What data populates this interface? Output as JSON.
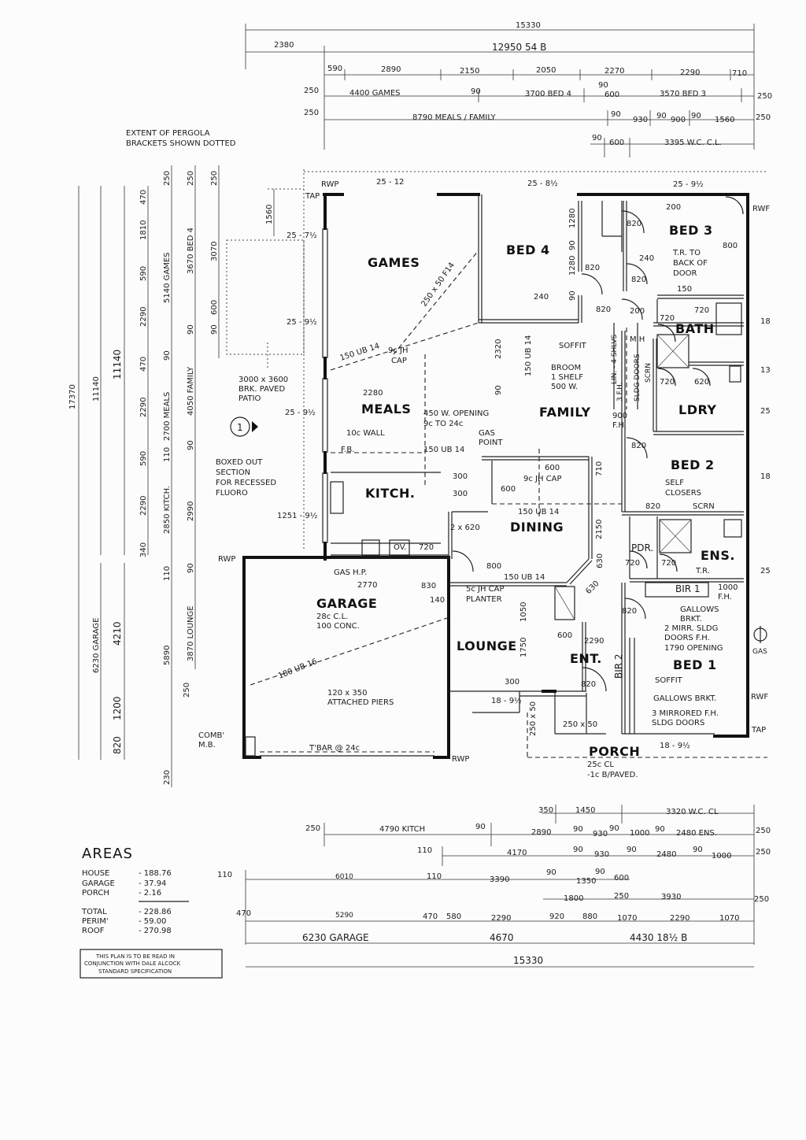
{
  "top_dims": {
    "overall": "15330",
    "row2": [
      "2380",
      "12950  54 B"
    ],
    "row3": [
      "590",
      "2890",
      "2150",
      "2050",
      "2270",
      "2290",
      "710"
    ],
    "row4": [
      "250",
      "4400  GAMES",
      "90",
      "3700  BED 4",
      "90",
      "600",
      "3570  BED 3",
      "250"
    ],
    "row5": [
      "250",
      "8790 MEALS / FAMILY",
      "90",
      "930",
      "90",
      "900",
      "90",
      "1560",
      "250"
    ],
    "row6": [
      "90",
      "600",
      "3395  W.C.  C.L."
    ]
  },
  "pergola_note": [
    "EXTENT OF PERGOLA",
    "BRACKETS SHOWN DOTTED"
  ],
  "left_dims": {
    "overall": "17370",
    "total2": "11140",
    "total3": "11140",
    "col1": [
      "470",
      "1810",
      "590",
      "2290",
      "470",
      "2290",
      "590",
      "2290",
      "340"
    ],
    "col2": [
      "250",
      "5140 GAMES",
      "90",
      "2700 MEALS",
      "110",
      "2850 KITCH.",
      "110",
      "5890",
      "250",
      "230"
    ],
    "col3": [
      "250",
      "3670 BED 4",
      "90",
      "4050  FAMILY",
      "90",
      "2990",
      "90",
      "3870  LOUNGE"
    ],
    "col4": [
      "250",
      "3070",
      "90",
      "600"
    ],
    "garage": [
      "6230  GARAGE",
      "4210",
      "1200",
      "820"
    ],
    "pergola_1560": "1560"
  },
  "rooms": {
    "games": "GAMES",
    "bed4": "BED 4",
    "bed3": "BED 3",
    "bath": "BATH",
    "ldry": "LDRY",
    "bed2": "BED 2",
    "meals": "MEALS",
    "family": "FAMILY",
    "kitch": "KITCH.",
    "dining": "DINING",
    "pdr": "PDR.",
    "ens": "ENS.",
    "bir1": "BIR 1",
    "bir2": "BIR 2",
    "garage": "GARAGE",
    "lounge": "LOUNGE",
    "ent": "ENT.",
    "bed1": "BED 1",
    "porch": "PORCH"
  },
  "notes": {
    "rwp": "RWP",
    "tap": "TAP",
    "rwp_right": "RWF",
    "tap_right": "TAP",
    "beam_25_12": "25 - 12",
    "beam_25_8": "25 - 8½",
    "beam_25_9": "25 - 9½",
    "b25_7": "25 - 7½",
    "b25_9a": "25 - 9½",
    "b25_9b": "25 - 9½",
    "b1251": "1251 - 9½",
    "patio": [
      "3000 x 3600",
      "BRK. PAVED",
      "PATIO"
    ],
    "boxed": [
      "BOXED OUT",
      "SECTION",
      "FOR RECESSED",
      "FLUORO"
    ],
    "marker": "1",
    "f250x50": "250 x 50 F14",
    "ub14a": "150 UB 14",
    "jhcap": [
      "9c JH",
      "CAP"
    ],
    "meals2280": "2280",
    "wall10c": "10c WALL",
    "fb": "F.B.",
    "opening": [
      "450 W. OPENING",
      "9c TO 24c"
    ],
    "gaspoint": [
      "GAS",
      "POINT"
    ],
    "ub14b": "150 UB 14",
    "d2320": "2320",
    "d90a": "90",
    "ub14c": "150 UB 14",
    "soffit": "SOFFIT",
    "broom": [
      "BROOM",
      "1 SHELF",
      "500 W."
    ],
    "lin": "LIN. - 4 SHLVS",
    "mh": "M H",
    "fh3": "3 F.H.",
    "sldg": "SLDG DOORS",
    "scrn": "SCRN",
    "d900fh": [
      "900",
      "F.H."
    ],
    "d1280a": "1280",
    "d90b": "90",
    "d1280b": "1280",
    "d90c": "90",
    "d820a": "820",
    "d820b": "820",
    "d820c": "820",
    "d820d": "820",
    "d240a": "240",
    "d240b": "240",
    "d200a": "200",
    "d200b": "200",
    "tr_back": [
      "T.R. TO",
      "BACK OF",
      "DOOR"
    ],
    "d800": "800",
    "d150": "150",
    "d720a": "720",
    "d720b": "720",
    "d720c": "720",
    "d620": "620",
    "d18a": "18",
    "d13": "13",
    "d25a": "25",
    "d18b": "18",
    "d25b": "25",
    "d820e": "820",
    "self": [
      "SELF",
      "CLOSERS"
    ],
    "d820f": "820",
    "scrn2": "SCRN",
    "d600a": "600",
    "capjh": "9c JH CAP",
    "d600b": "600",
    "d300a": "300",
    "d300b": "300",
    "d710": "710",
    "ub14d": "150 UB 14",
    "d2150": "2150",
    "d2x620": "2 x 620",
    "ov": "OV.",
    "d720d": "720",
    "d720e": "720",
    "d720f": "720",
    "tr": "T.R.",
    "d1000fh": [
      "1000",
      "F.H."
    ],
    "gashp": "GAS H.P.",
    "d2770": "2770",
    "d800b": "800",
    "ub14e": "150 UB 14",
    "d830": "830",
    "d140": "140",
    "planter": [
      "5c JH CAP",
      "PLANTER"
    ],
    "d630a": "630",
    "d630b": "630",
    "garage_notes": [
      "28c C.L.",
      "100 CONC."
    ],
    "ub16": "180 UB 16",
    "piers": [
      "120 x 350",
      "ATTACHED PIERS"
    ],
    "tbar": "T'BAR @ 24c",
    "comb": [
      "COMB'",
      "M.B."
    ],
    "rwp2": "RWP",
    "rwp3": "RWP",
    "d1050": "1050",
    "d1750": "1750",
    "d600c": "600",
    "d2290": "2290",
    "d300c": "300",
    "d820g": "820",
    "b18_9": "18 - 9½",
    "f250x50b": "250 x 50",
    "f250x50c": "250 x 50",
    "d820h": "820",
    "gallows": [
      "GALLOWS",
      "BRKT."
    ],
    "mirr": [
      "2 MIRR. SLDG",
      "DOORS F.H."
    ],
    "open1790": "1790 OPENING",
    "soffit2": "SOFFIT",
    "gallows2": "GALLOWS BRKT.",
    "mirr3": [
      "3 MIRRORED F.H.",
      "SLDG DOORS"
    ],
    "b18_9b": "18 - 9½",
    "porch_notes": [
      "25c CL",
      "-1c B/PAVED."
    ],
    "gas": "GAS"
  },
  "bottom_dims": {
    "row1": [
      "350",
      "1450",
      "3320  W.C.  CL"
    ],
    "row2": [
      "250",
      "4790  KITCH",
      "90",
      "2890",
      "90",
      "930",
      "90",
      "1000",
      "90",
      "2480  ENS.",
      "250"
    ],
    "row3": [
      "110",
      "4170",
      "90",
      "930",
      "90",
      "2480",
      "90",
      "1000",
      "250"
    ],
    "row4": [
      "110",
      "6010",
      "110",
      "3390",
      "90",
      "1350",
      "90",
      "600"
    ],
    "row5": [
      "1800",
      "250",
      "3930",
      "250"
    ],
    "row6": [
      "470",
      "5290",
      "470",
      "580",
      "2290",
      "920",
      "880",
      "1070",
      "2290",
      "1070"
    ],
    "row7": [
      "6230  GARAGE",
      "4670",
      "4430  18½ B"
    ],
    "overall": "15330"
  },
  "areas": {
    "title": "AREAS",
    "rows": [
      {
        "label": "HOUSE",
        "value": "- 188.76"
      },
      {
        "label": "GARAGE",
        "value": "-  37.94"
      },
      {
        "label": "PORCH",
        "value": "-  2.16"
      },
      {
        "label": "TOTAL",
        "value": "- 228.86"
      },
      {
        "label": "PERIM'",
        "value": "-  59.00"
      },
      {
        "label": "ROOF",
        "value": "- 270.98"
      }
    ],
    "footnote": [
      "THIS PLAN IS TO BE READ IN",
      "CONJUNCTION WITH DALE ALCOCK",
      "STANDARD SPECIFICATION"
    ]
  }
}
